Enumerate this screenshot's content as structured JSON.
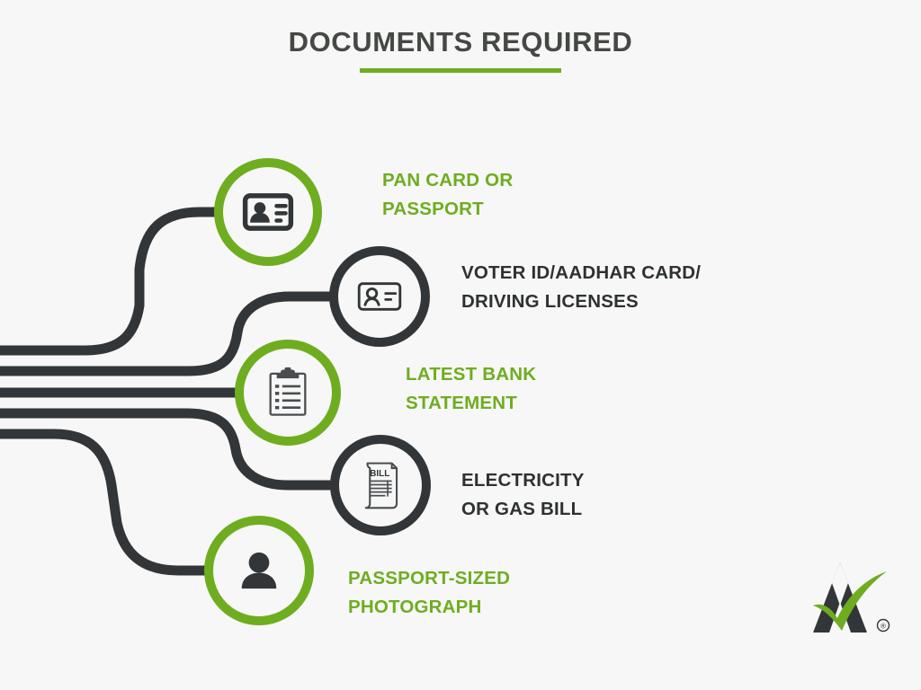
{
  "page": {
    "background_color": "#f6f7f6",
    "accent_green": "#6fad20",
    "accent_dark": "#333638",
    "title_color": "#454844"
  },
  "header": {
    "title": "DOCUMENTS REQUIRED"
  },
  "items": [
    {
      "id": "pan-card-or-passport",
      "label": "PAN CARD OR\nPASSPORT",
      "icon": "id-card-filled-icon",
      "ring_color": "green",
      "label_color": "green"
    },
    {
      "id": "voter-id-aadhar-driving-license",
      "label": "VOTER ID/AADHAR CARD/\nDRIVING LICENSES",
      "icon": "id-card-outline-icon",
      "ring_color": "dark",
      "label_color": "dark"
    },
    {
      "id": "latest-bank-statement",
      "label": "LATEST BANK\nSTATEMENT",
      "icon": "clipboard-checklist-icon",
      "ring_color": "green",
      "label_color": "green"
    },
    {
      "id": "electricity-or-gas-bill",
      "label": "ELECTRICITY\nOR GAS BILL",
      "icon": "bill-receipt-icon",
      "ring_color": "dark",
      "label_color": "dark"
    },
    {
      "id": "passport-sized-photograph",
      "label": "PASSPORT-SIZED\nPHOTOGRAPH",
      "icon": "person-avatar-icon",
      "ring_color": "green",
      "label_color": "green"
    }
  ],
  "bill_icon": {
    "heading": "BILL"
  },
  "logo": {
    "name": "a-checkmark-logo",
    "registered_mark": "®"
  }
}
